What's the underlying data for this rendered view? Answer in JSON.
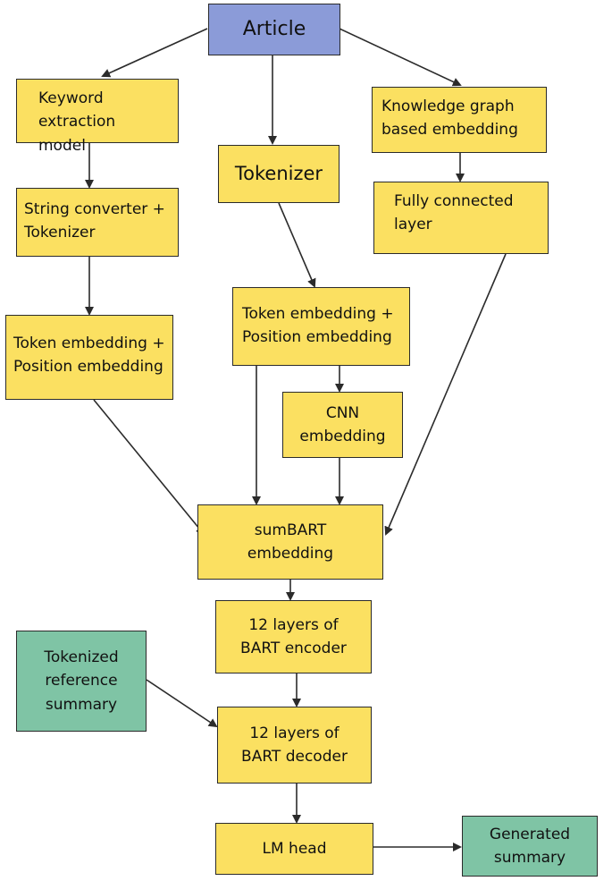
{
  "nodes": {
    "article": "Article",
    "keyword_model": "Keyword\nextraction model",
    "tokenizer": "Tokenizer",
    "kg_embedding": "Knowledge graph\nbased embedding",
    "string_converter": "String converter +\nTokenizer",
    "fully_connected": "Fully connected\nlayer",
    "token_pos_left": "Token embedding +\nPosition embedding",
    "token_pos_mid": "Token embedding +\nPosition embedding",
    "cnn": "CNN\nembedding",
    "sumbart": "sumBART\nembedding",
    "encoder": "12 layers of\nBART encoder",
    "tokenized_ref": "Tokenized\nreference\nsummary",
    "decoder": "12 layers of\nBART decoder",
    "lm_head": "LM head",
    "generated": "Generated\nsummary"
  },
  "colors": {
    "process": "#fbe061",
    "input": "#8b9bd8",
    "io": "#7fc4a5",
    "arrow": "#2b2b2b"
  }
}
